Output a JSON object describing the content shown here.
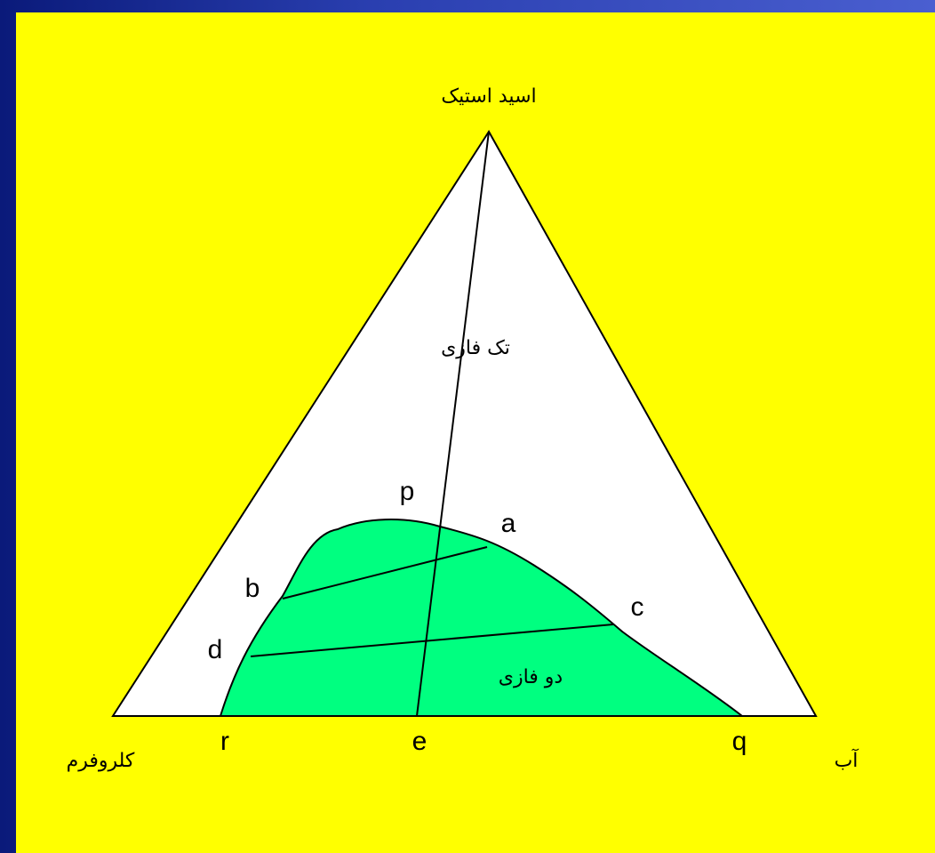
{
  "diagram": {
    "colors": {
      "background": "#ffff00",
      "triangle_fill": "#ffffff",
      "two_phase_fill": "#00ff80",
      "edge_blue": "#0a1a7a",
      "line": "#000000"
    },
    "vertices": {
      "top": "اسید استیک",
      "left": "کلروفرم",
      "right": "آب"
    },
    "regions": {
      "one_phase": "تک فازی",
      "two_phase": "دو فازی"
    },
    "points": {
      "p": "p",
      "a": "a",
      "b": "b",
      "c": "c",
      "d": "d",
      "r": "r",
      "e": "e",
      "q": "q"
    }
  }
}
